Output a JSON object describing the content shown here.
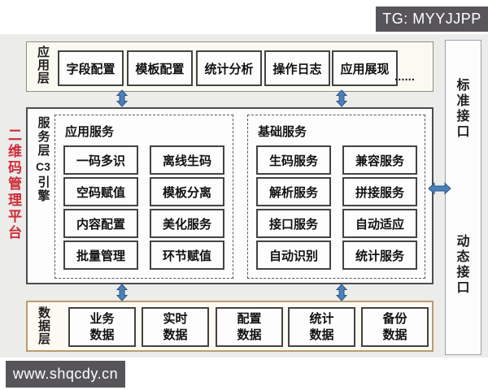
{
  "watermarks": {
    "tg_badge": "TG: MYYJJPP",
    "site_badge": "www.shqcdy.cn"
  },
  "platform_title": "二维码管理平台",
  "application_layer": {
    "label": "应用层",
    "items": [
      "字段配置",
      "模板配置",
      "统计分析",
      "操作日志",
      "应用展现"
    ],
    "ellipsis": "......"
  },
  "service_layer": {
    "label_parts": [
      "服务层",
      "C3",
      "引擎"
    ],
    "groups": [
      {
        "title": "应用服务",
        "items": [
          "一码多识",
          "离线生码",
          "空码赋值",
          "模板分离",
          "内容配置",
          "美化服务",
          "批量管理",
          "环节赋值"
        ]
      },
      {
        "title": "基础服务",
        "items": [
          "生码服务",
          "兼容服务",
          "解析服务",
          "拼接服务",
          "接口服务",
          "自动适应",
          "自动识别",
          "统计服务"
        ]
      }
    ]
  },
  "data_layer": {
    "label": "数据层",
    "items": [
      "业务数据",
      "实时数据",
      "配置数据",
      "统计数据",
      "备份数据"
    ]
  },
  "interfaces": {
    "standard": "标准接口",
    "dynamic": "动态接口"
  },
  "colors": {
    "accent_red": "#cf2b38",
    "arrow_blue": "#4e7fb5",
    "arrow_outline": "#27578c",
    "badge_gray": "#57555a",
    "data_layer_border": "#bb9c6e"
  }
}
